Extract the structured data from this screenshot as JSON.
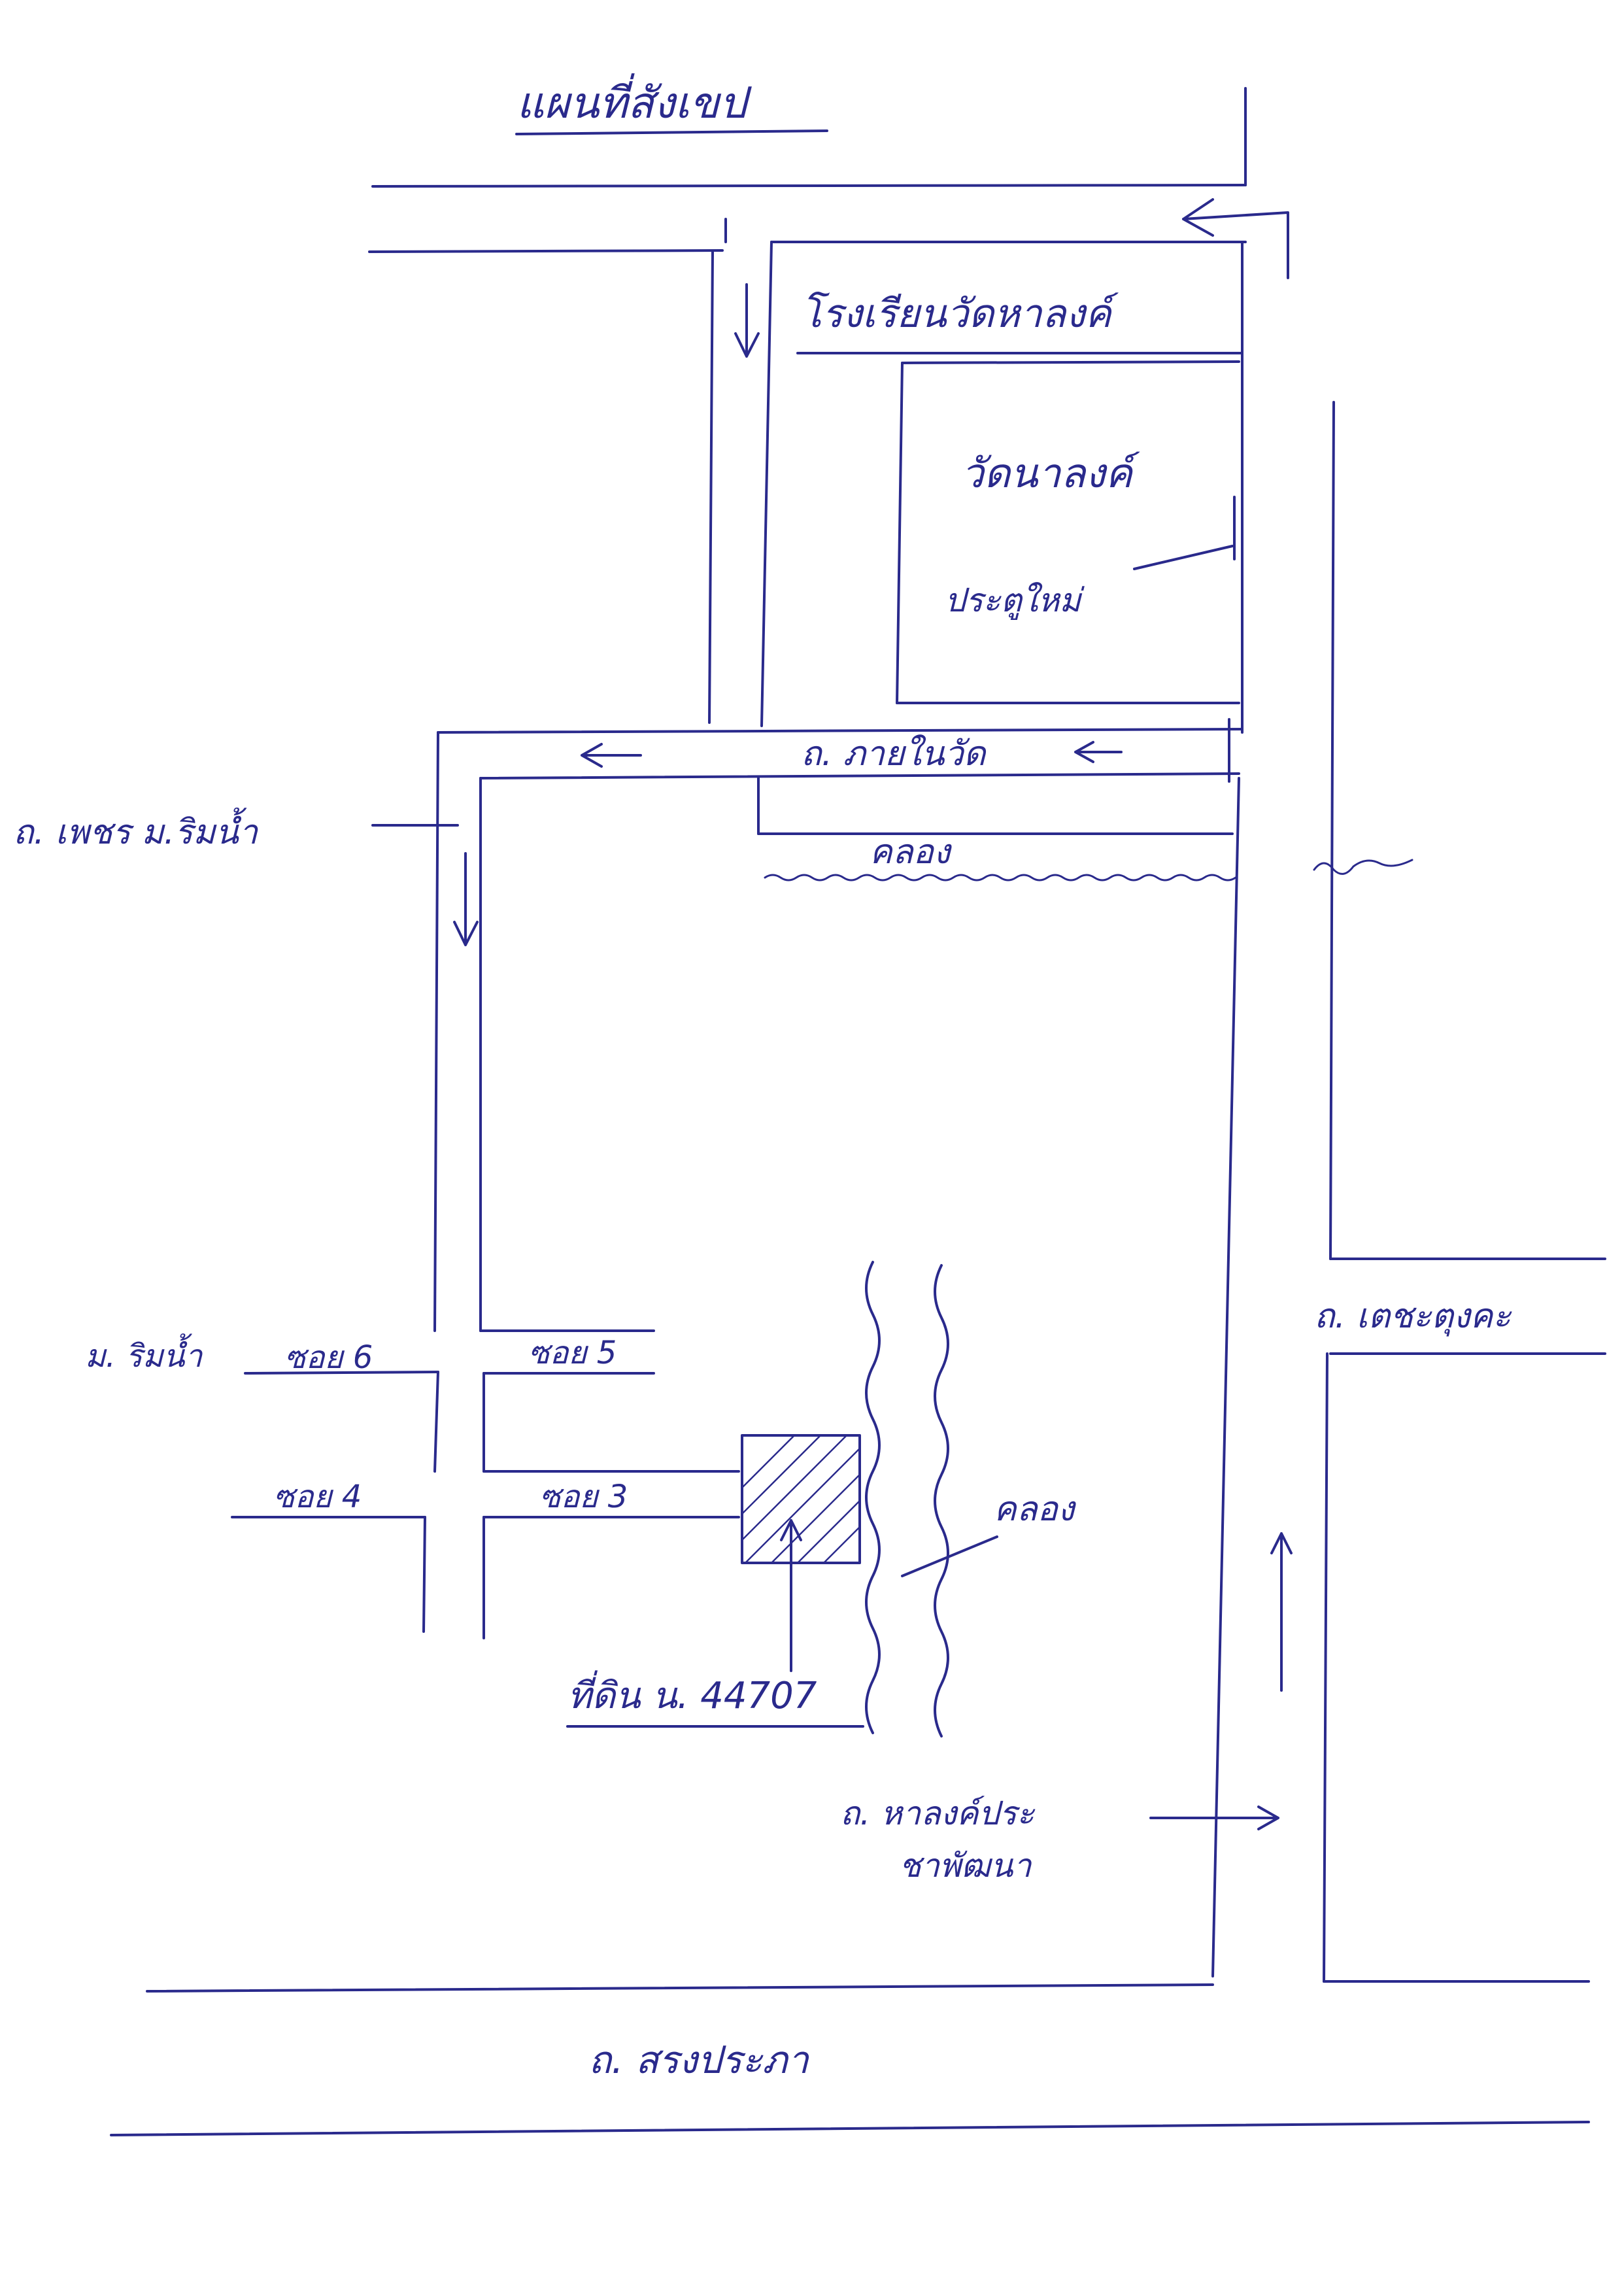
{
  "title": "แผนที่สังเขป",
  "colors": {
    "ink": "#2a2a8c",
    "paper": "#ffffff"
  },
  "labels": {
    "school": "โรงเรียนวัดหาลงค์",
    "temple": "วัดนาลงค์",
    "new_gate": "ประตูใหม่",
    "road_inside_temple": "ถ. ภายในวัด",
    "canal_top": "คลอง",
    "canal_right": "คลอง",
    "road_west_line1": "ถ. เพชร ม.ริมน้ำ",
    "village_soi6": "ม. ริมน้ำ",
    "soi_6": "ซอย 6",
    "soi_5": "ซอย 5",
    "soi_4": "ซอย 4",
    "soi_3": "ซอย 3",
    "land_plot": "ที่ดิน น. 44707",
    "road_east": "ถ. เตชะตุงคะ",
    "road_south_inner_line1": "ถ. หาลงค์ประ",
    "road_south_inner_line2": "ชาพัฒนา",
    "road_bottom": "ถ. สรงประภา"
  }
}
